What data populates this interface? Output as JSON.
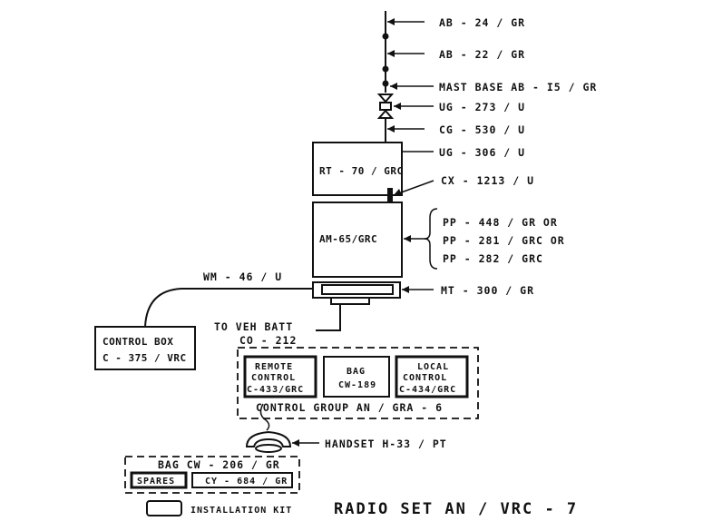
{
  "mast": {
    "ab24": "AB - 24 / GR",
    "ab22": "AB - 22 / GR",
    "mast_base": "MAST BASE  AB - I5 / GR",
    "ug273": "UG - 273 / U",
    "cg530": "CG - 530 / U",
    "ug306": "UG - 306 / U"
  },
  "units": {
    "rt70": "RT - 70 / GRC",
    "cx1213": "CX - 1213 / U",
    "am65": "AM-65/GRC",
    "power_options": [
      "PP - 448 / GR   OR",
      "PP - 281 / GRC   OR",
      "PP - 282 / GRC"
    ],
    "wm46": "WM - 46 / U",
    "mt300": "MT - 300 / GR"
  },
  "control_box": {
    "line1": "CONTROL BOX",
    "line2": "C - 375 / VRC"
  },
  "vehicle": {
    "line1": "TO VEH BATT",
    "line2": "CO - 212"
  },
  "control_group": {
    "label": "CONTROL  GROUP  AN / GRA - 6",
    "remote": [
      "REMOTE",
      "CONTROL",
      "C-433/GRC"
    ],
    "bag": [
      "BAG",
      "CW-189"
    ],
    "local": [
      "LOCAL",
      "CONTROL",
      "C-434/GRC"
    ]
  },
  "handset": "HANDSET  H-33 / PT",
  "bag_kit": {
    "label": "BAG  CW - 206 / GR",
    "spares": "SPARES",
    "cy": "CY - 684 / GR"
  },
  "legend": {
    "installation_kit": "INSTALLATION  KIT"
  },
  "title": "RADIO  SET  AN / VRC - 7"
}
